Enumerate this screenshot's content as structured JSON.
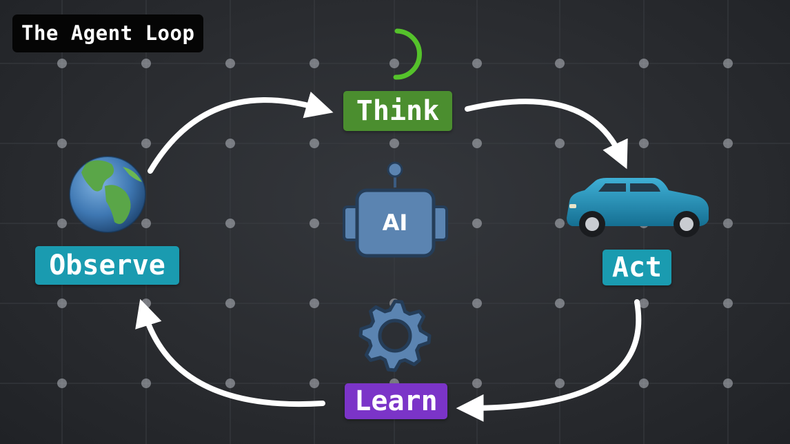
{
  "title": "The Agent Loop",
  "stages": {
    "think": {
      "label": "Think",
      "color": "#4b8e2f"
    },
    "act": {
      "label": "Act",
      "color": "#1a9bb0"
    },
    "learn": {
      "label": "Learn",
      "color": "#7b34c8"
    },
    "observe": {
      "label": "Observe",
      "color": "#1a9bb0"
    }
  },
  "center": {
    "badge": "AI",
    "icon": "robot-icon"
  },
  "icons": [
    "globe-icon",
    "car-icon",
    "gear-icon",
    "progress-arc-icon",
    "robot-icon"
  ],
  "colors": {
    "background": "#2a2c30",
    "arrow": "#ffffff",
    "robot_body": "#5b84b1",
    "gear": "#5b84b1",
    "car": "#1f8fb5",
    "progress_arc": "#55c22b"
  }
}
